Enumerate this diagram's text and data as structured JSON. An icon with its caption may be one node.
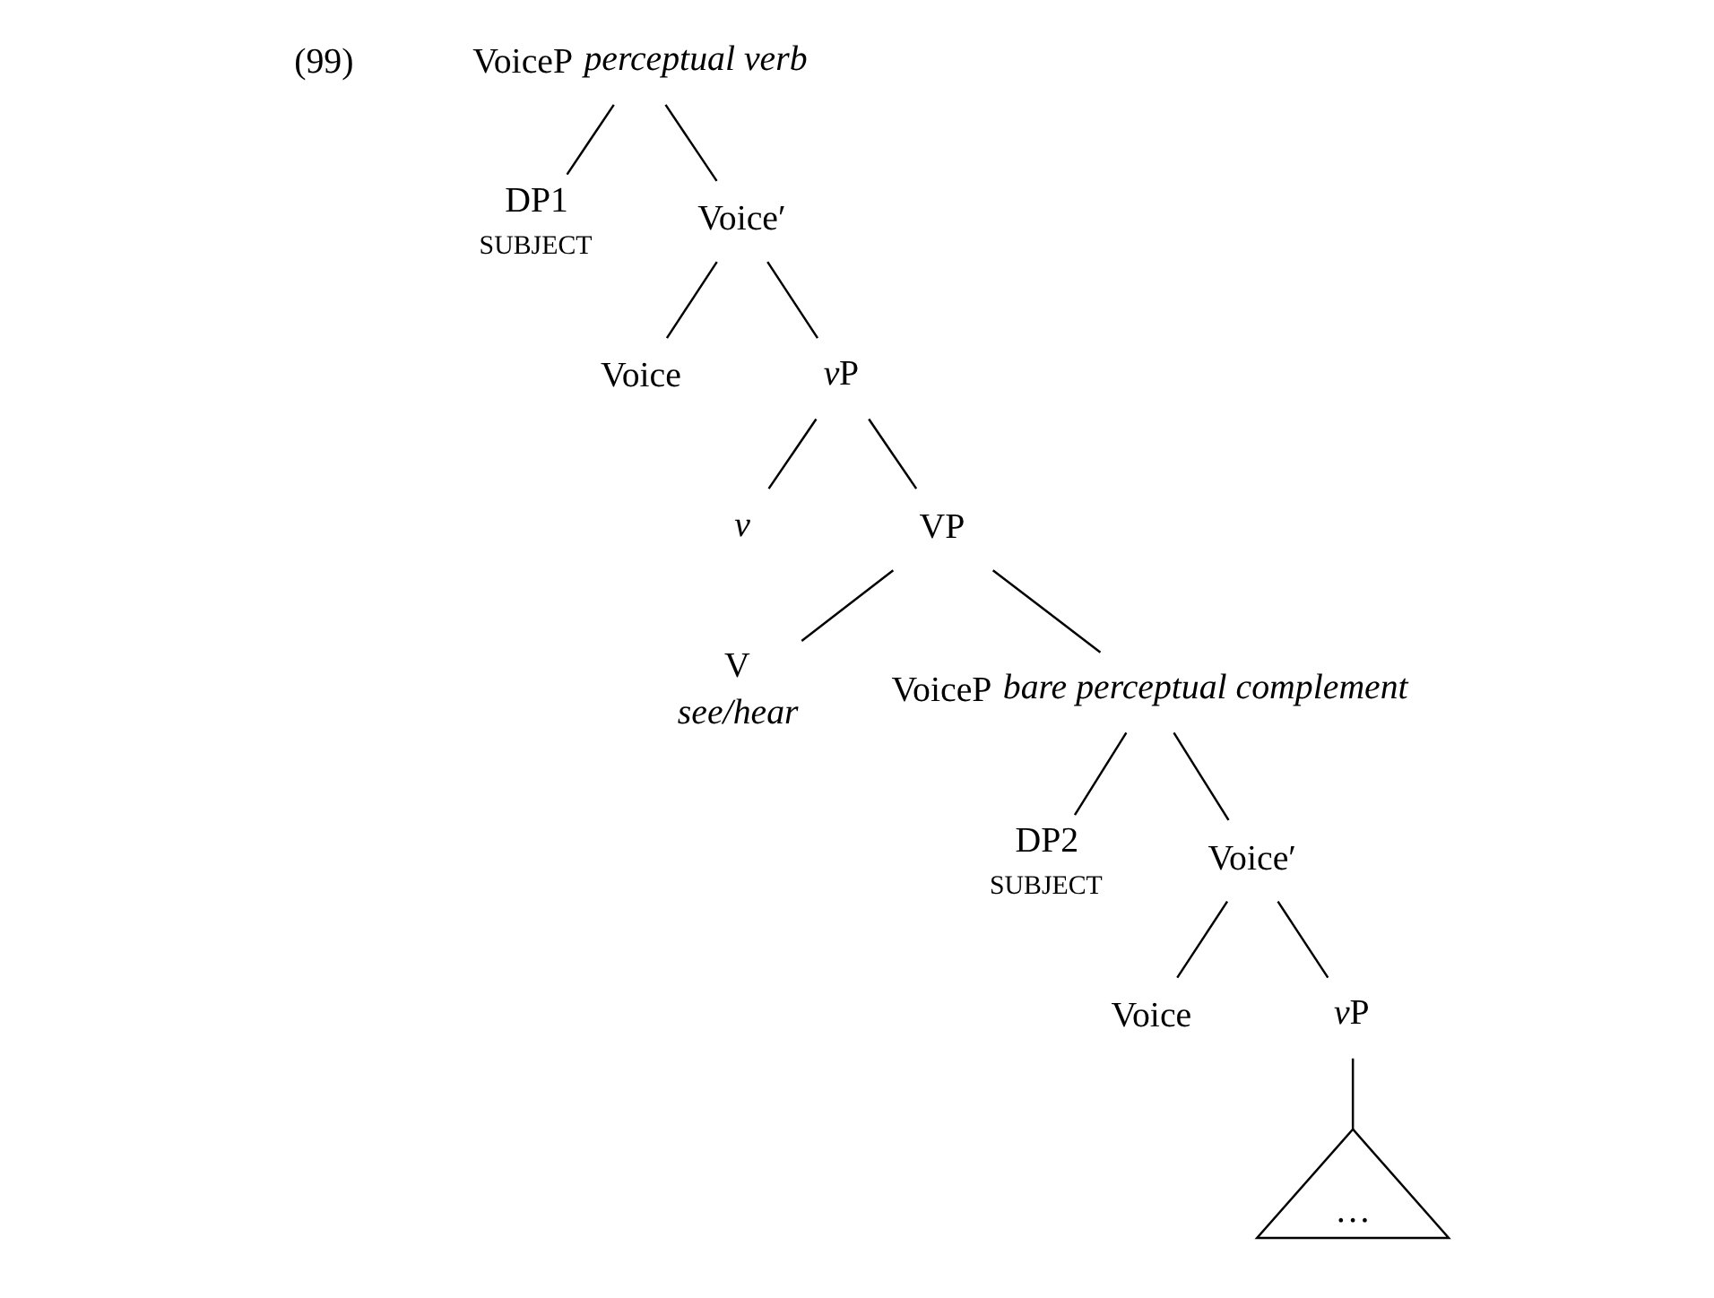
{
  "diagram": {
    "nodes": [
      {
        "text": [
          "VoiceP"
        ],
        "beside": [
          "perceptual verb"
        ]
      },
      {
        "text": [
          "DP1"
        ],
        "beside": [
          "SUBJECT"
        ]
      },
      {
        "text": [
          "Voice′"
        ]
      },
      {
        "text": [
          "Voice"
        ]
      },
      {
        "text": [
          "vP"
        ]
      },
      {
        "text": [
          "v"
        ]
      },
      {
        "text": [
          "VP"
        ]
      },
      {
        "text": [
          "V"
        ],
        "beside": [
          "see/hear"
        ]
      },
      {
        "text": [
          "VoiceP"
        ],
        "beside": [
          "bare perceptual complement"
        ]
      },
      {
        "text": [
          "DP2"
        ],
        "beside": [
          "SUBJECT"
        ]
      },
      {
        "text": [
          "Voice′"
        ]
      },
      {
        "text": [
          "Voice"
        ]
      },
      {
        "text": [
          "vP"
        ]
      },
      {
        "text": [
          "…"
        ]
      }
    ],
    "edges": [
      {
        "from": 0,
        "to": 1,
        "arrow": "none"
      },
      {
        "from": 0,
        "to": 2,
        "arrow": "none"
      },
      {
        "from": 2,
        "to": 3,
        "arrow": "none"
      },
      {
        "from": 2,
        "to": 4,
        "arrow": "none"
      },
      {
        "from": 4,
        "to": 5,
        "arrow": "none"
      },
      {
        "from": 4,
        "to": 6,
        "arrow": "none"
      },
      {
        "from": 6,
        "to": 7,
        "arrow": "none"
      },
      {
        "from": 6,
        "to": 8,
        "arrow": "none"
      },
      {
        "from": 8,
        "to": 9,
        "arrow": "none"
      },
      {
        "from": 8,
        "to": 10,
        "arrow": "none"
      },
      {
        "from": 10,
        "to": 11,
        "arrow": "none"
      },
      {
        "from": 10,
        "to": 12,
        "arrow": "none"
      },
      {
        "from": 12,
        "to": 13,
        "arrow": "none"
      }
    ],
    "labels": [
      "(99)"
    ]
  }
}
